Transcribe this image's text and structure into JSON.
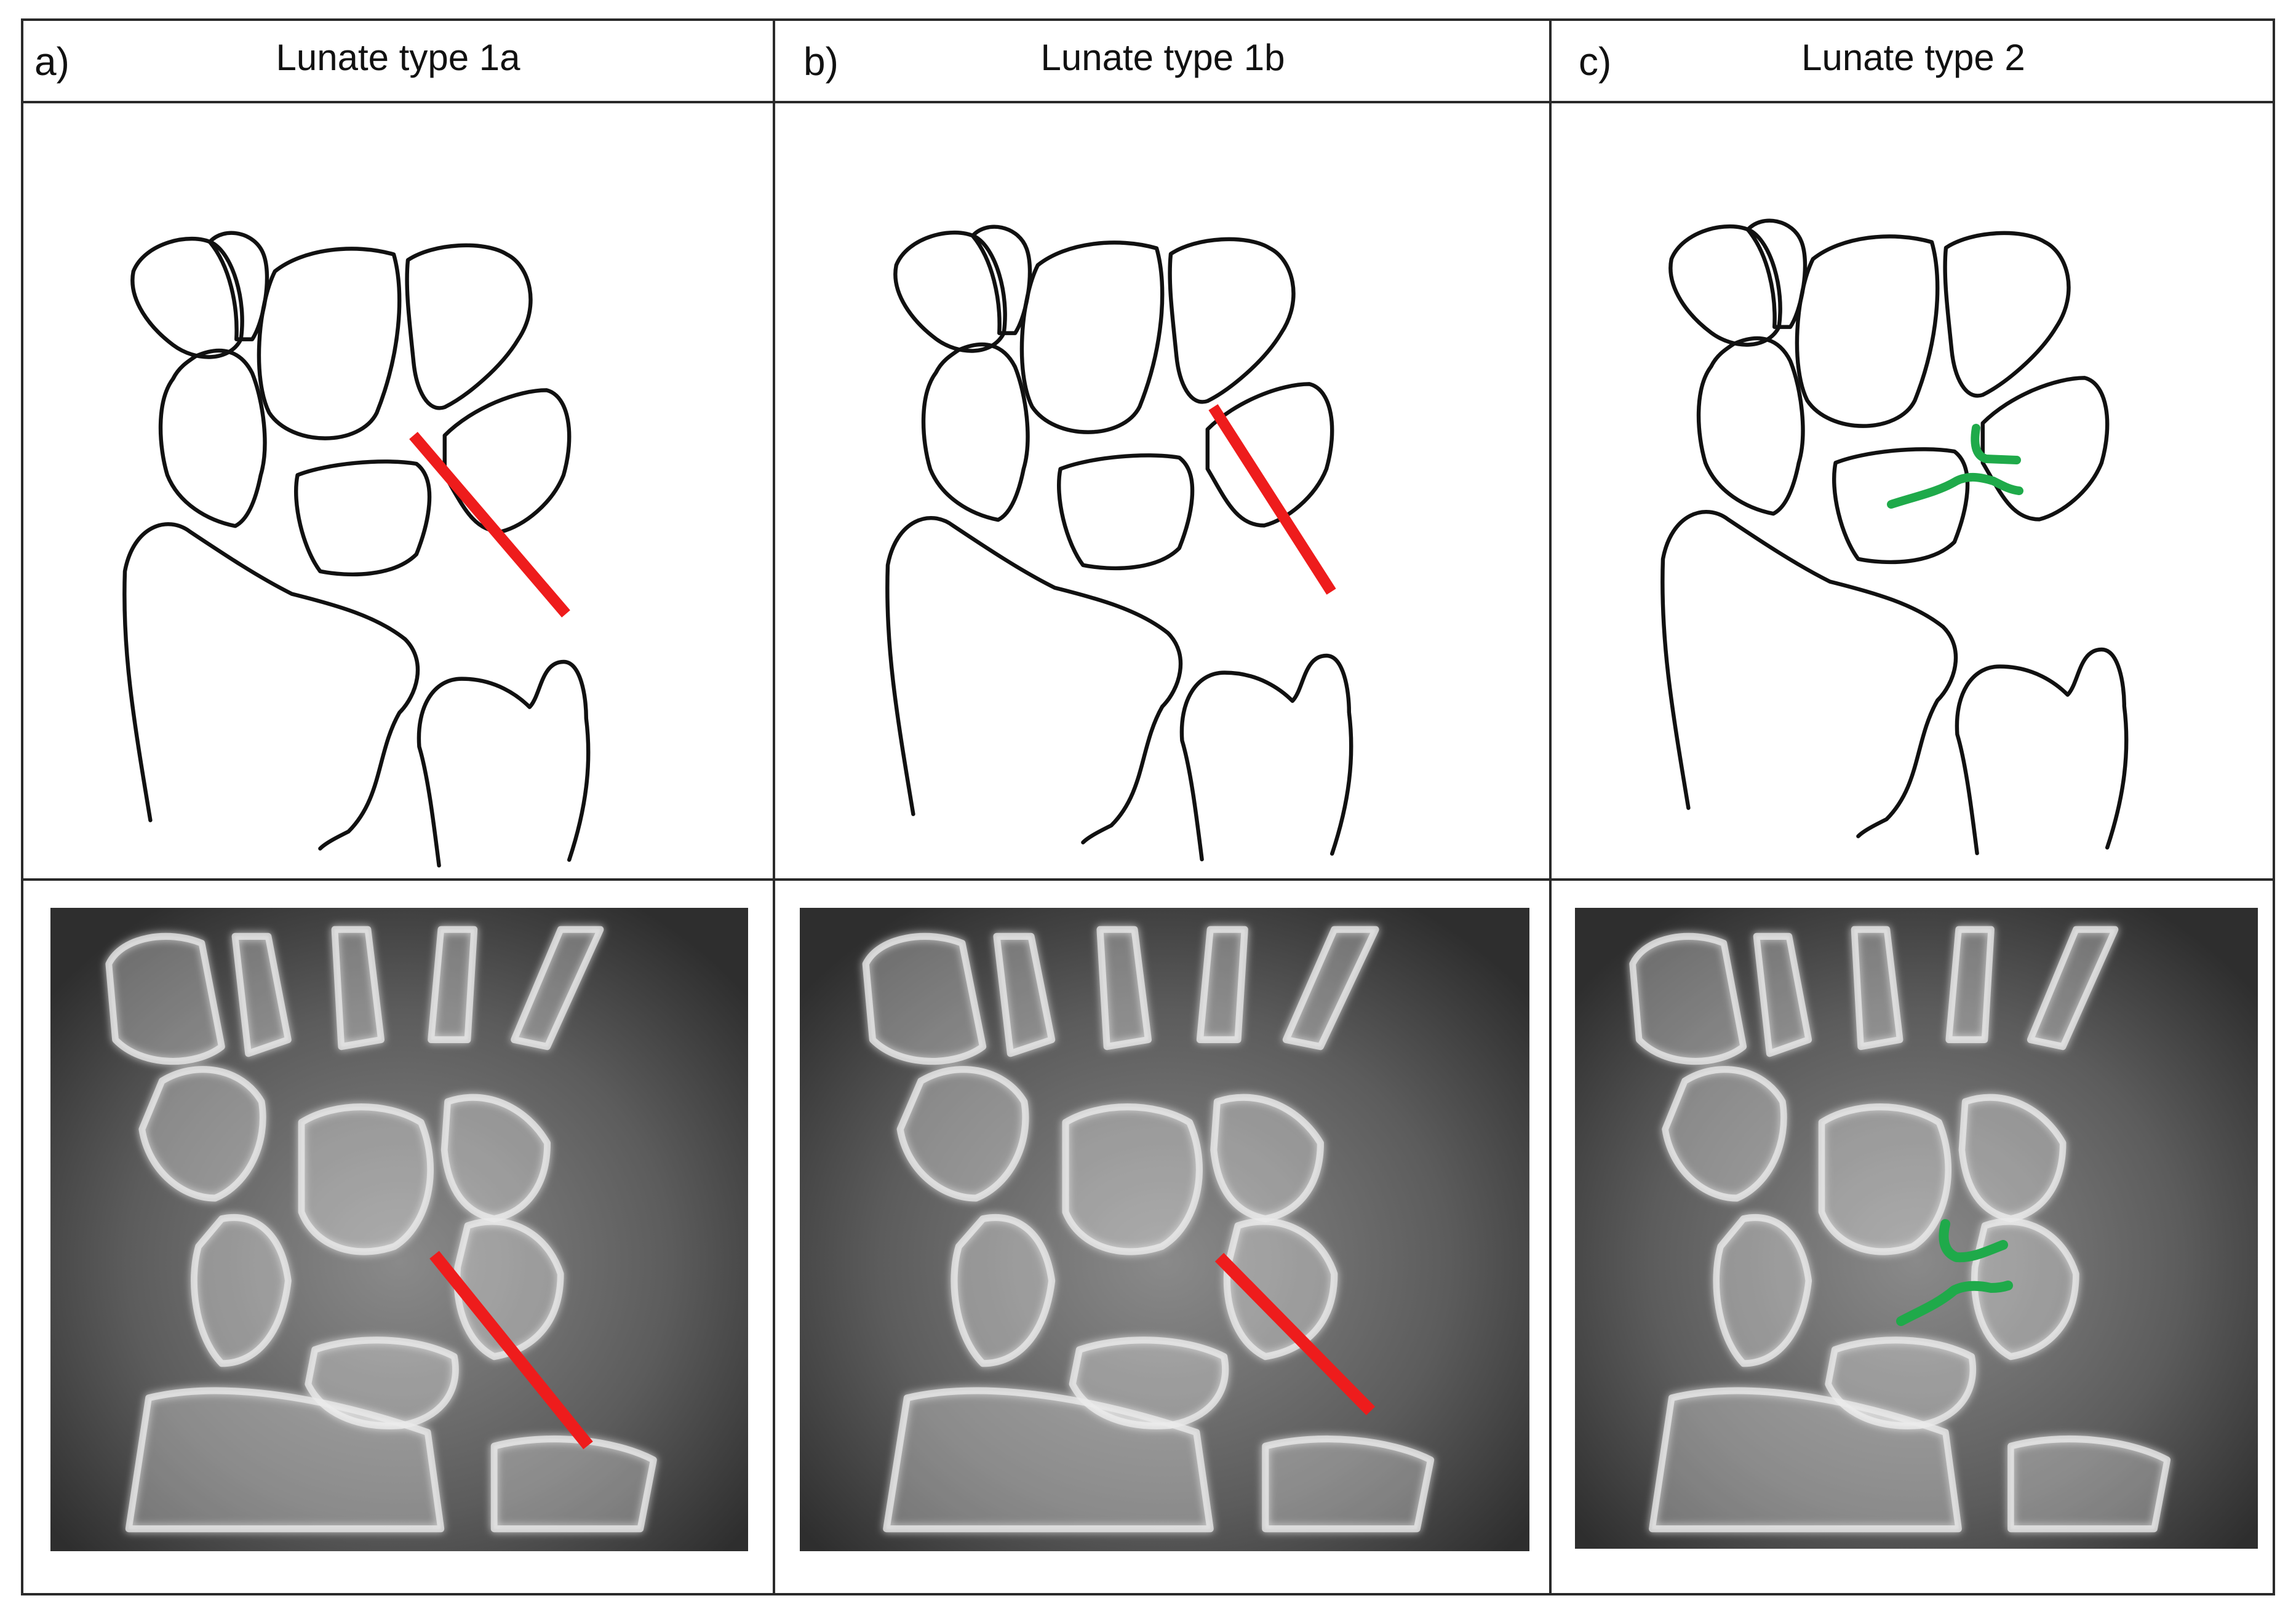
{
  "panels": [
    {
      "letter": "a)",
      "title": "Lunate type 1a",
      "marker_type": "line",
      "marker_color": "#ee1c1c"
    },
    {
      "letter": "b)",
      "title": "Lunate type 1b",
      "marker_type": "line",
      "marker_color": "#ee1c1c"
    },
    {
      "letter": "c)",
      "title": "Lunate type 2",
      "marker_type": "facet",
      "marker_color": "#1faa4a"
    }
  ]
}
